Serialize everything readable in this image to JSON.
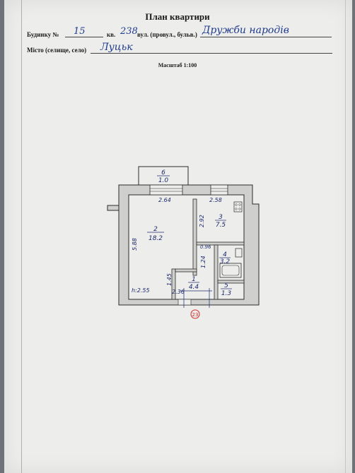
{
  "header": {
    "title": "План квартири",
    "building_label": "Будинку №",
    "building_number": "15",
    "apartment_label": "кв.",
    "apartment_number": "238",
    "street_type_label": "вул. (провул., бульв.)",
    "street_name": "Дружби народів",
    "city_label": "Місто (селище, село)",
    "city_name": "Луцьк",
    "scale": "Масштаб 1:100"
  },
  "rooms": [
    {
      "number": "6",
      "area": "1.0"
    },
    {
      "number": "2",
      "area": "18.2"
    },
    {
      "number": "3",
      "area": "7.5"
    },
    {
      "number": "4",
      "area": "3.2"
    },
    {
      "number": "1",
      "area": "4.4"
    },
    {
      "number": "5",
      "area": "1.3"
    }
  ],
  "dimensions": [
    "2.64",
    "2.58",
    "2.92",
    "5.88",
    "0.96",
    "1.24",
    "1.45",
    "2.36",
    "h:2.55"
  ],
  "stamp": "23",
  "colors": {
    "ink": "#1e2a6e",
    "hand_ink": "#1f3c8c",
    "wall_fill": "#cfd0cd",
    "stamp": "#d02a2a"
  }
}
